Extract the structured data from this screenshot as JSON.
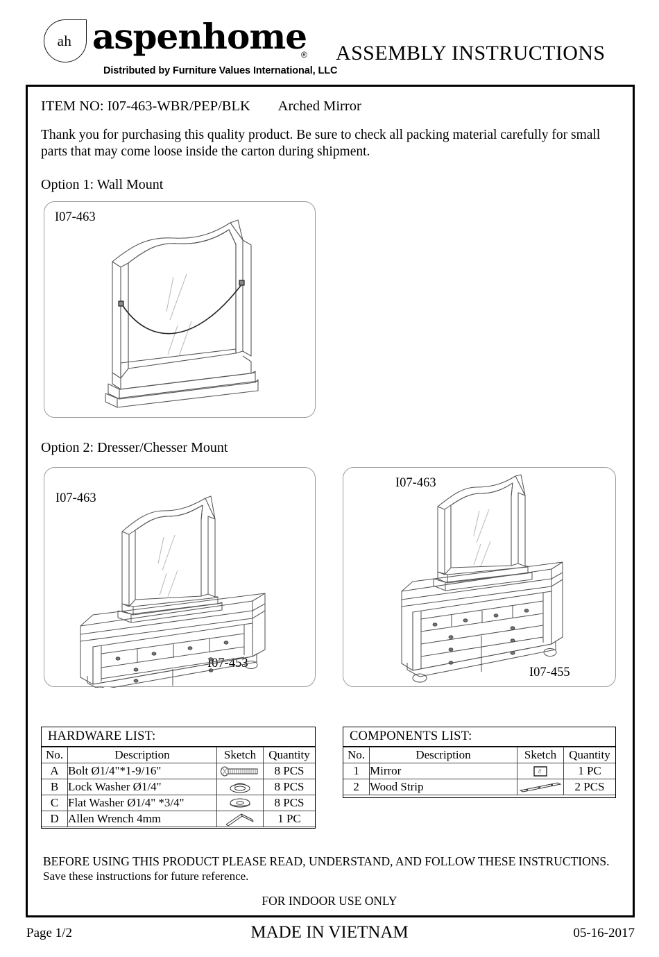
{
  "header": {
    "logo_initials": "ah",
    "brand": "aspenhome",
    "registered_mark": "®",
    "distributed_by": "Distributed by Furniture Values International, LLC",
    "document_title": "ASSEMBLY INSTRUCTIONS"
  },
  "body": {
    "item_line": "ITEM NO: I07-463-WBR/PEP/BLK        Arched Mirror",
    "intro": "Thank you for purchasing this quality product. Be sure to check all packing material carefully for small parts that may come loose inside the carton during shipment.",
    "option1_label": "Option 1:  Wall Mount",
    "option2_label": "Option 2:  Dresser/Chesser Mount"
  },
  "panels": {
    "option1": {
      "code": "I07-463"
    },
    "option2_left": {
      "mirror_code": "I07-463",
      "base_code": "I07-453"
    },
    "option2_right": {
      "mirror_code": "I07-463",
      "base_code": "I07-455"
    }
  },
  "hardware_list": {
    "caption": "HARDWARE  LIST:",
    "columns": [
      "No.",
      "Description",
      "Sketch",
      "Quantity"
    ],
    "rows": [
      {
        "no": "A",
        "description": "Bolt  Ø1/4\"*1-9/16\"",
        "sketch": "bolt-icon",
        "quantity": "8 PCS"
      },
      {
        "no": "B",
        "description": "Lock Washer  Ø1/4\"",
        "sketch": "lock-washer-icon",
        "quantity": "8 PCS"
      },
      {
        "no": "C",
        "description": "Flat Washer  Ø1/4\" *3/4\"",
        "sketch": "flat-washer-icon",
        "quantity": "8 PCS"
      },
      {
        "no": "D",
        "description": "Allen Wrench  4mm",
        "sketch": "allen-wrench-icon",
        "quantity": "1 PC"
      }
    ]
  },
  "components_list": {
    "caption": "COMPONENTS LIST:",
    "columns": [
      "No.",
      "Description",
      "Sketch",
      "Quantity"
    ],
    "rows": [
      {
        "no": "1",
        "description": "Mirror",
        "sketch": "mirror-icon",
        "quantity": "1 PC"
      },
      {
        "no": "2",
        "description": "Wood Strip",
        "sketch": "wood-strip-icon",
        "quantity": "2 PCS"
      }
    ]
  },
  "notices": {
    "warning_line1": "BEFORE USING THIS PRODUCT PLEASE READ, UNDERSTAND, AND FOLLOW THESE INSTRUCTIONS.",
    "warning_line2": "Save these instructions for future reference.",
    "indoor_use": "FOR INDOOR USE ONLY"
  },
  "page_footer": {
    "page": "Page 1/2",
    "origin": "MADE IN VIETNAM",
    "date": "05-16-2017"
  },
  "colors": {
    "ink": "#000000",
    "line_art": "#555555",
    "panel_border": "#9a9a9a"
  }
}
